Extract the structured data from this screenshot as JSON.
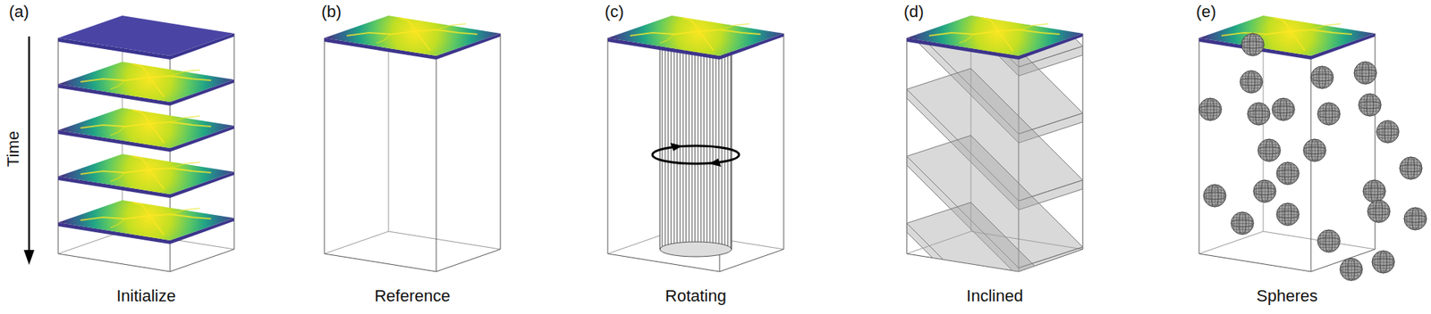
{
  "diagram": {
    "labels": [
      "(a)",
      "(b)",
      "(c)",
      "(d)",
      "(e)",
      "Time",
      "Initialize",
      "Reference",
      "Rotating",
      "Inclined",
      "Spheres"
    ]
  }
}
